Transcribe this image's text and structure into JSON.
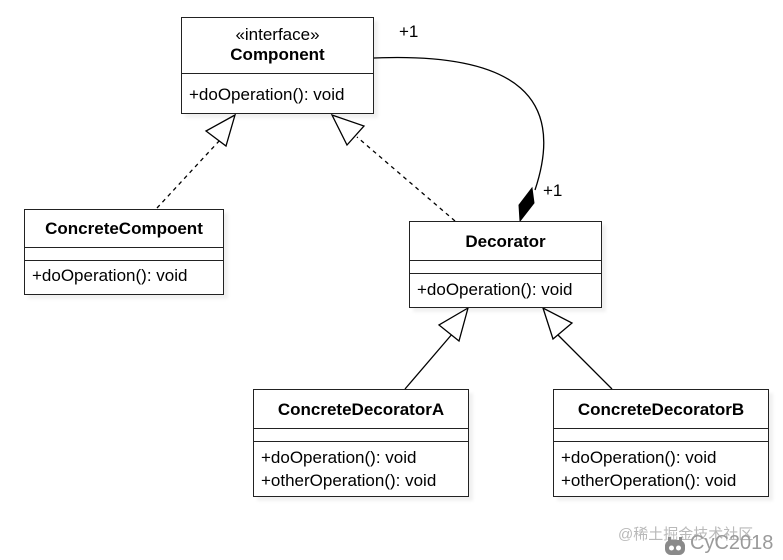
{
  "diagram": {
    "type": "uml-class-diagram",
    "classes": {
      "component": {
        "stereotype": "«interface»",
        "name": "Component",
        "operations": [
          "+doOperation(): void"
        ]
      },
      "concrete_component": {
        "name": "ConcreteCompoent",
        "operations": [
          "+doOperation(): void"
        ]
      },
      "decorator": {
        "name": "Decorator",
        "operations": [
          "+doOperation(): void"
        ]
      },
      "concrete_decorator_a": {
        "name": "ConcreteDecoratorA",
        "operations": [
          "+doOperation(): void",
          "+otherOperation(): void"
        ]
      },
      "concrete_decorator_b": {
        "name": "ConcreteDecoratorB",
        "operations": [
          "+doOperation(): void",
          "+otherOperation(): void"
        ]
      }
    },
    "relations": [
      {
        "from": "ConcreteCompoent",
        "to": "Component",
        "kind": "realization"
      },
      {
        "from": "Decorator",
        "to": "Component",
        "kind": "realization"
      },
      {
        "from": "Decorator",
        "to": "Component",
        "kind": "composition",
        "source_multiplicity": "+1",
        "target_multiplicity": "+1"
      },
      {
        "from": "ConcreteDecoratorA",
        "to": "Decorator",
        "kind": "generalization"
      },
      {
        "from": "ConcreteDecoratorB",
        "to": "Decorator",
        "kind": "generalization"
      }
    ],
    "multiplicities": {
      "component_end": "+1",
      "decorator_end": "+1"
    }
  },
  "watermark": {
    "line1": "@稀土掘金技术社区",
    "line2": "CyC2018",
    "icon": "juejin-mascot-icon"
  }
}
